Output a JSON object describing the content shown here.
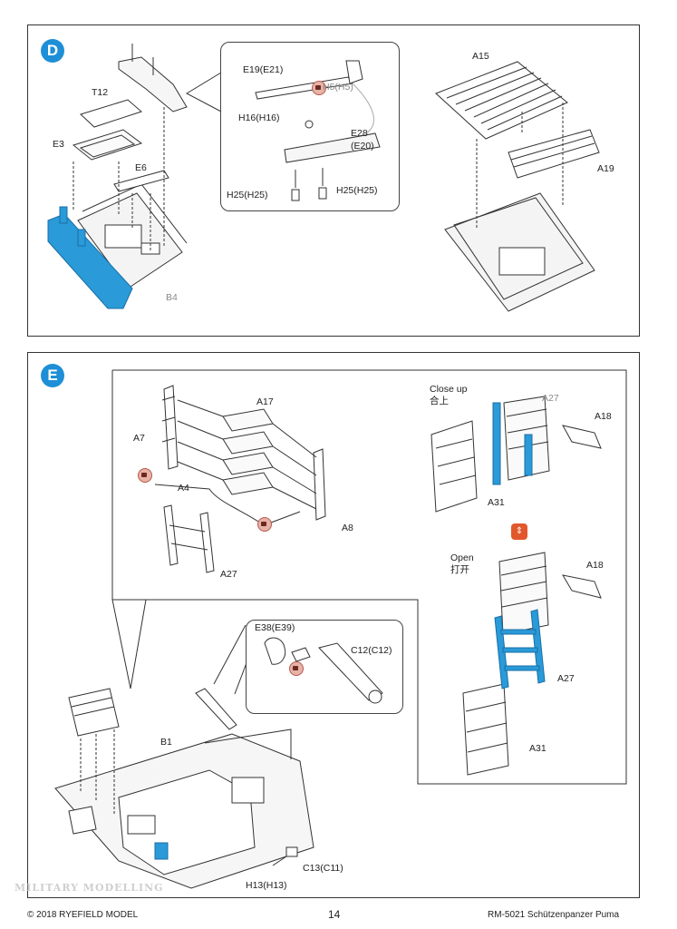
{
  "step_d": {
    "badge": "D",
    "labels": {
      "t12": "T12",
      "e3": "E3",
      "e6": "E6",
      "b4": "B4",
      "e19": "E19(E21)",
      "h5": "H5(H5)",
      "h16": "H16(H16)",
      "e28": "E28",
      "e20": "(E20)",
      "h25_left": "H25(H25)",
      "h25_right": "H25(H25)",
      "a15": "A15",
      "a19": "A19"
    }
  },
  "step_e": {
    "badge": "E",
    "labels": {
      "a17": "A17",
      "a7": "A7",
      "a4": "A4",
      "a8": "A8",
      "a27_left": "A27",
      "close_up": "Close up",
      "close_up_cn": "合上",
      "a27_close": "A27",
      "a18_close": "A18",
      "a31_close": "A31",
      "open": "Open",
      "open_cn": "打开",
      "a18_open": "A18",
      "a27_open": "A27",
      "a31_open": "A31",
      "e38": "E38(E39)",
      "c12": "C12(C12)",
      "b1": "B1",
      "c13": "C13(C11)",
      "h13": "H13(H13)"
    }
  },
  "colors": {
    "highlight_blue": "#2a9ad8",
    "badge_blue": "#1e8fd6",
    "line": "#333333"
  },
  "footer": {
    "copyright": "© 2018 RYEFIELD MODEL",
    "page_number": "14",
    "product": "RM-5021 Schützenpanzer Puma"
  },
  "watermark": "MILITARY MODELLING"
}
